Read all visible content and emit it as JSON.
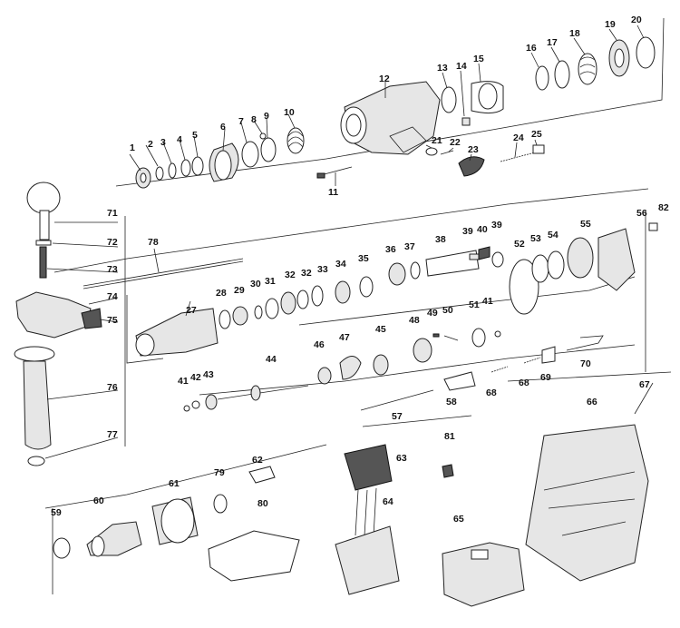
{
  "diagram": {
    "callouts": [
      "1",
      "2",
      "3",
      "4",
      "5",
      "6",
      "7",
      "8",
      "9",
      "10",
      "11",
      "12",
      "13",
      "14",
      "15",
      "16",
      "17",
      "18",
      "19",
      "20",
      "21",
      "22",
      "23",
      "24",
      "25",
      "27",
      "28",
      "29",
      "30",
      "31",
      "32",
      "32",
      "33",
      "34",
      "35",
      "36",
      "37",
      "38",
      "39",
      "40",
      "39",
      "41",
      "41",
      "42",
      "43",
      "44",
      "45",
      "46",
      "47",
      "48",
      "49",
      "50",
      "51",
      "52",
      "53",
      "54",
      "55",
      "56",
      "57",
      "58",
      "59",
      "60",
      "61",
      "62",
      "63",
      "64",
      "65",
      "66",
      "67",
      "68",
      "68",
      "69",
      "70",
      "71",
      "72",
      "73",
      "74",
      "75",
      "76",
      "77",
      "78",
      "79",
      "80",
      "81",
      "82"
    ]
  }
}
